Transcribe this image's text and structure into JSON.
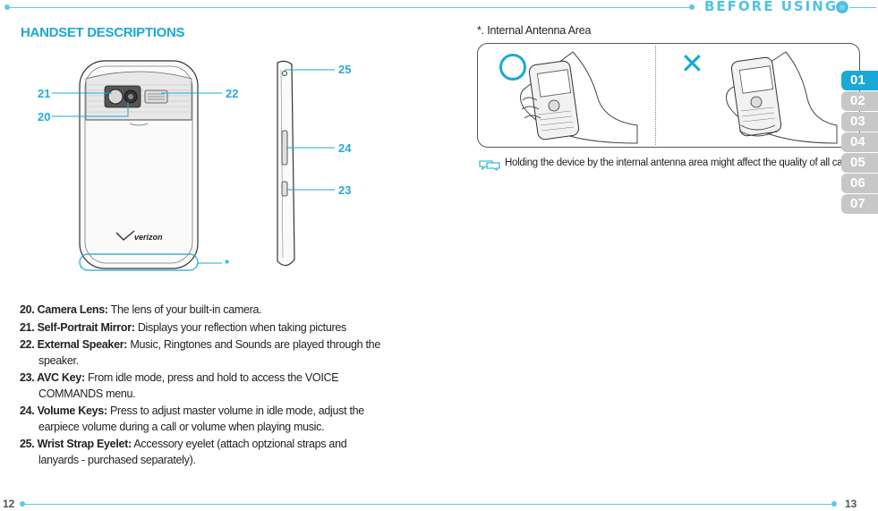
{
  "header": {
    "title": "BEFORE USING"
  },
  "section_title": "HANDSET DESCRIPTIONS",
  "callouts": {
    "c20": "20",
    "c21": "21",
    "c22": "22",
    "c23": "23",
    "c24": "24",
    "c25": "25",
    "star": "*"
  },
  "phone_brand": "verizon",
  "descriptions": [
    {
      "term": "20. Camera Lens:",
      "text": " The lens of your built-in camera."
    },
    {
      "term": "21. Self-Portrait Mirror:",
      "text": " Displays your reflection when taking pictures"
    },
    {
      "term": "22. External Speaker:",
      "text": " Music, Ringtones and Sounds are played through the speaker."
    },
    {
      "term": "23. AVC Key:",
      "text": " From idle mode, press and hold to access the VOICE COMMANDS menu."
    },
    {
      "term": "24. Volume Keys:",
      "text": " Press to adjust master volume in idle mode, adjust the earpiece volume during a call or volume when playing music."
    },
    {
      "term": "25. Wrist Strap Eyelet:",
      "text": " Accessory eyelet (attach optzional straps and lanyards - purchased separately)."
    }
  ],
  "antenna": {
    "title": "*. Internal Antenna Area",
    "good_mark": "○",
    "bad_mark": "✕",
    "note": "Holding the device by the internal antenna area might affect the quality of all calls."
  },
  "tabs": [
    "01",
    "02",
    "03",
    "04",
    "05",
    "06",
    "07"
  ],
  "active_tab": "01",
  "page_numbers": {
    "left": "12",
    "right": "13"
  },
  "colors": {
    "accent": "#1aa8d6",
    "rule": "#5bc8e6",
    "tab_inactive": "#c7c7c7"
  }
}
